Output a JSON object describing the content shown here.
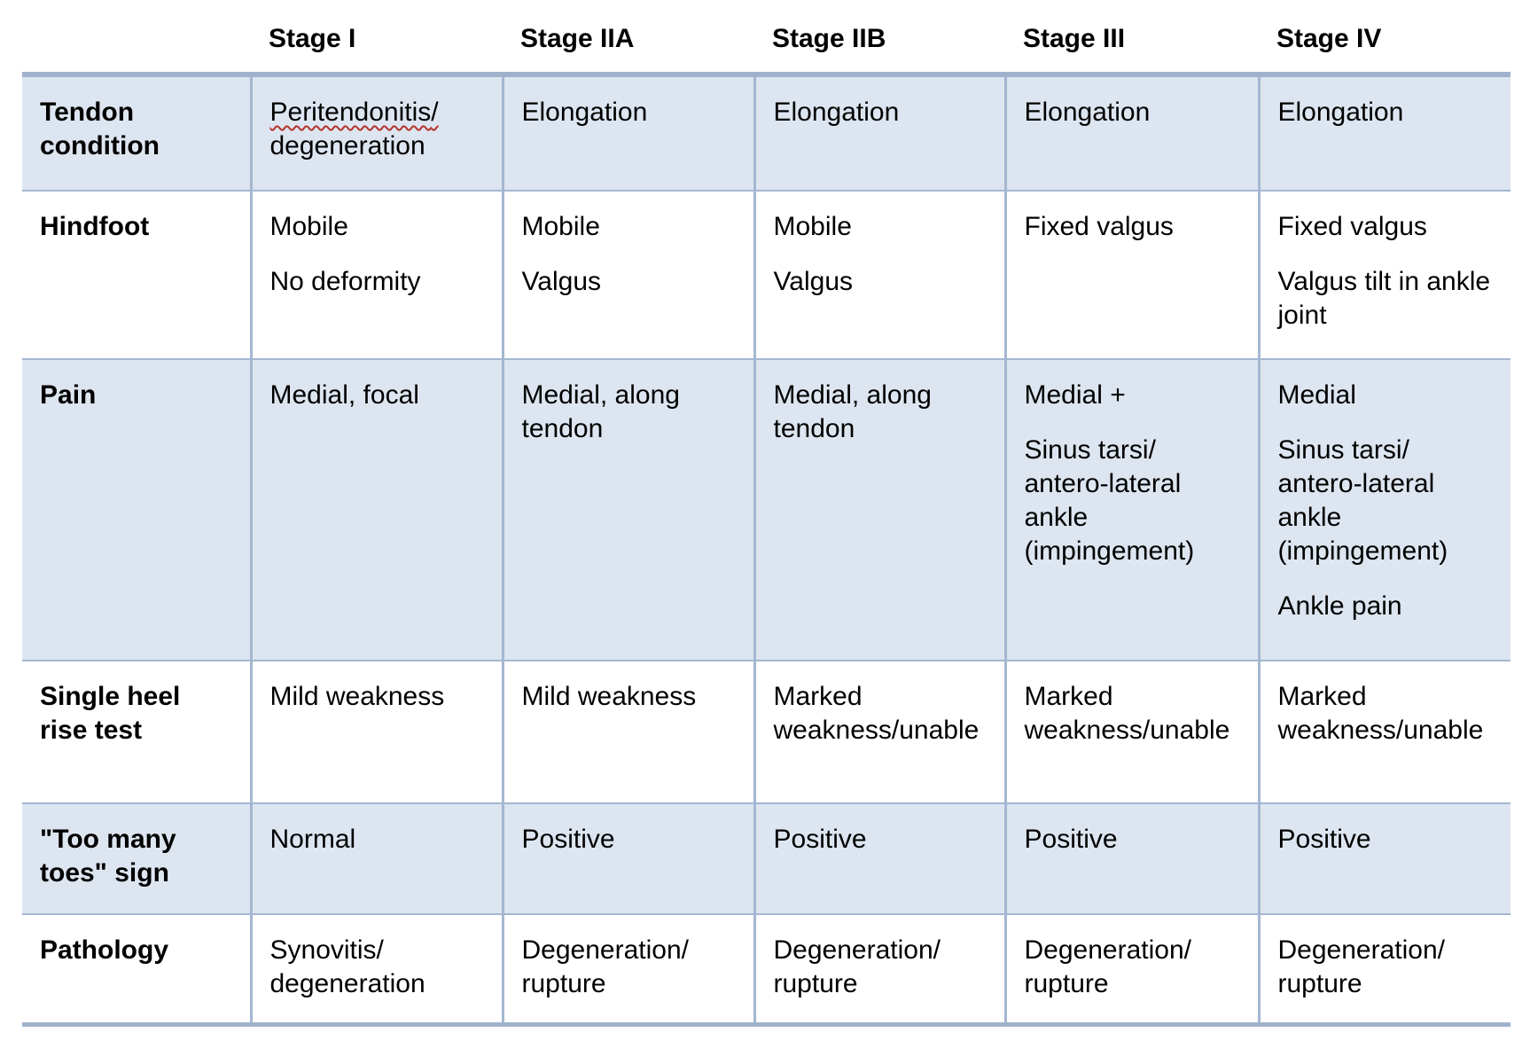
{
  "colors": {
    "row_shade": "#dde5f0",
    "grid_border": "#a4b7d2",
    "outer_border": "#9fb2cc",
    "spellcheck_underline": "#b5332a",
    "text": "#000000"
  },
  "table": {
    "column_headers": [
      "",
      "Stage I",
      "Stage IIA",
      "Stage IIB",
      "Stage III",
      "Stage IV"
    ],
    "rows": [
      {
        "label": "Tendon condition",
        "shaded": true,
        "cells": [
          [
            {
              "fragments": [
                {
                  "text": "Peritendonitis/",
                  "misspelled": true
                },
                {
                  "text": "degeneration",
                  "misspelled": false
                }
              ]
            }
          ],
          [
            "Elongation"
          ],
          [
            "Elongation"
          ],
          [
            "Elongation"
          ],
          [
            "Elongation"
          ]
        ]
      },
      {
        "label": "Hindfoot",
        "shaded": false,
        "cells": [
          [
            "Mobile",
            "No deformity"
          ],
          [
            "Mobile",
            "Valgus"
          ],
          [
            "Mobile",
            "Valgus"
          ],
          [
            "Fixed valgus"
          ],
          [
            "Fixed valgus",
            "Valgus tilt in ankle joint"
          ]
        ]
      },
      {
        "label": "Pain",
        "shaded": true,
        "cells": [
          [
            "Medial, focal"
          ],
          [
            "Medial, along tendon"
          ],
          [
            "Medial, along tendon"
          ],
          [
            "Medial +",
            "Sinus tarsi/antero-lateral ankle (impingement)"
          ],
          [
            "Medial",
            "Sinus tarsi/antero-lateral ankle (impingement)",
            "Ankle pain"
          ]
        ]
      },
      {
        "label": "Single heel rise test",
        "shaded": false,
        "cells": [
          [
            "Mild weakness"
          ],
          [
            "Mild weakness"
          ],
          [
            "Marked weakness/unable"
          ],
          [
            "Marked weakness/unable"
          ],
          [
            "Marked weakness/unable"
          ]
        ]
      },
      {
        "label": "\"Too many toes\" sign",
        "shaded": true,
        "cells": [
          [
            "Normal"
          ],
          [
            "Positive"
          ],
          [
            "Positive"
          ],
          [
            "Positive"
          ],
          [
            "Positive"
          ]
        ]
      },
      {
        "label": "Pathology",
        "shaded": false,
        "cells": [
          [
            "Synovitis/degeneration"
          ],
          [
            "Degeneration/rupture"
          ],
          [
            "Degeneration/rupture"
          ],
          [
            "Degeneration/rupture"
          ],
          [
            "Degeneration/rupture"
          ]
        ]
      }
    ]
  }
}
